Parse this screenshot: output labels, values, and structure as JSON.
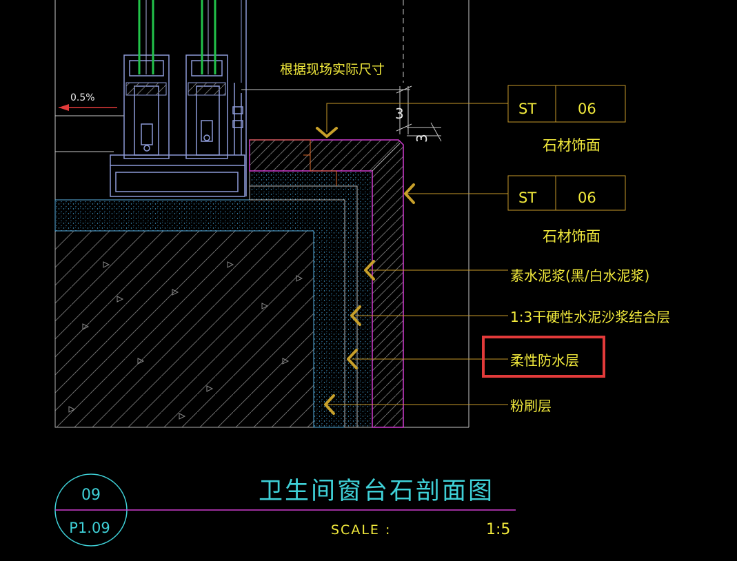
{
  "annotations": {
    "top_note": "根据现场实际尺寸",
    "slope": "0.5%",
    "dim_3_a": "3",
    "dim_3_b": "3"
  },
  "callouts": [
    {
      "code": "ST",
      "number": "06",
      "label": "石材饰面"
    },
    {
      "code": "ST",
      "number": "06",
      "label": "石材饰面"
    }
  ],
  "layers": [
    {
      "label": "素水泥浆(黑/白水泥浆)"
    },
    {
      "label": "1:3干硬性水泥沙浆结合层"
    },
    {
      "label": "柔性防水层"
    },
    {
      "label": "粉刷层"
    }
  ],
  "title_block": {
    "number": "09",
    "sheet": "P1.09",
    "title": "卫生间窗台石剖面图",
    "scale_label": "SCALE :",
    "scale_value": "1:5"
  },
  "colors": {
    "background": "#000000",
    "text_yellow": "#f2ea3c",
    "title_cyan": "#3fd1d8",
    "window_frame": "#8e9bd8",
    "glass_green": "#22c34a",
    "stone_magenta": "#d13ed1",
    "highlight_red": "#e23a3a",
    "leader_orange": "#c89a2a"
  }
}
